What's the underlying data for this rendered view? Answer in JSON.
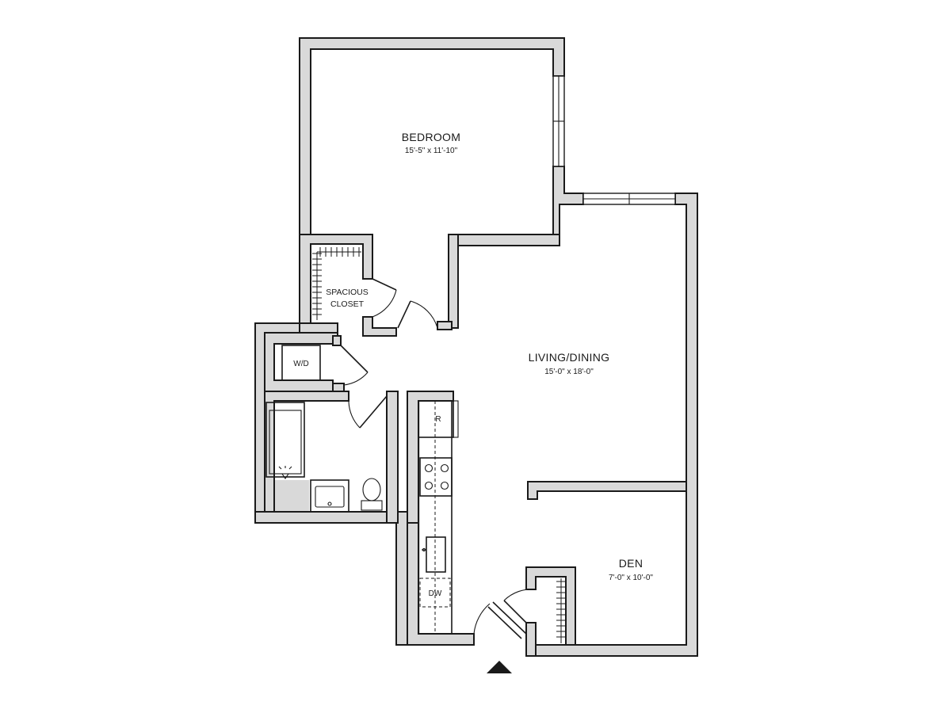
{
  "rooms": {
    "bedroom": {
      "name": "BEDROOM",
      "dims": "15'-5\" x 11'-10\""
    },
    "living": {
      "name": "LIVING/DINING",
      "dims": "15'-0\" x 18'-0\""
    },
    "den": {
      "name": "DEN",
      "dims": "7'-0\" x 10'-0\""
    },
    "closet": {
      "line1": "SPACIOUS",
      "line2": "CLOSET"
    }
  },
  "appliances": {
    "washer_dryer": "W/D",
    "refrigerator": "R",
    "dishwasher": "DW"
  },
  "colors": {
    "wall_fill": "#d9d9d9",
    "wall_stroke": "#1a1a1a",
    "background": "#ffffff"
  }
}
